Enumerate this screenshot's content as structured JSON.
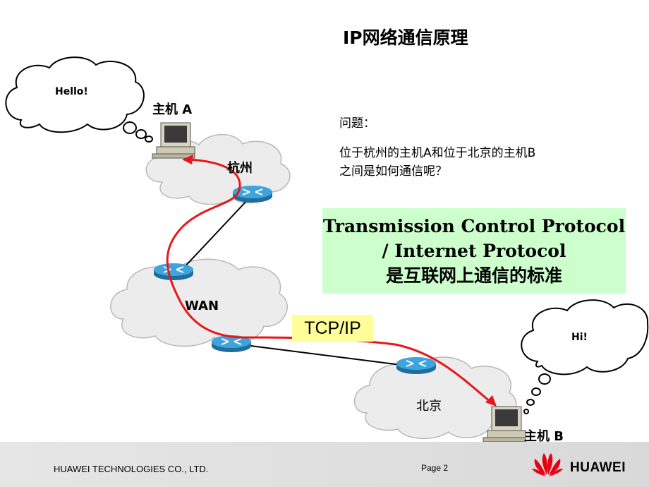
{
  "title": "IP网络通信原理",
  "question": {
    "label": "问题：",
    "line1": "位于杭州的主机A和位于北京的主机B",
    "line2": "之间是如何通信呢？"
  },
  "protocol_box": {
    "line1": "Transmission  Control  Protocol",
    "line2": "/ Internet  Protocol",
    "line3": "是互联网上通信的标准"
  },
  "tcpip_label": "TCP/IP",
  "host_a": {
    "label": "主机 A",
    "bubble": "Hello!"
  },
  "host_b": {
    "label": "主机 B",
    "bubble": "Hi!"
  },
  "clouds": {
    "hangzhou": "杭州",
    "wan": "WAN",
    "beijing": "北京"
  },
  "footer": {
    "company": "HUAWEI  TECHNOLOGIES  CO., LTD.",
    "page": "Page 2",
    "brand": "HUAWEI"
  },
  "colors": {
    "path": "#e8161b",
    "router": "#2a8fc8",
    "box_bg": "#ccffcc",
    "label_bg": "#ffff99",
    "logo": "#e60012"
  }
}
